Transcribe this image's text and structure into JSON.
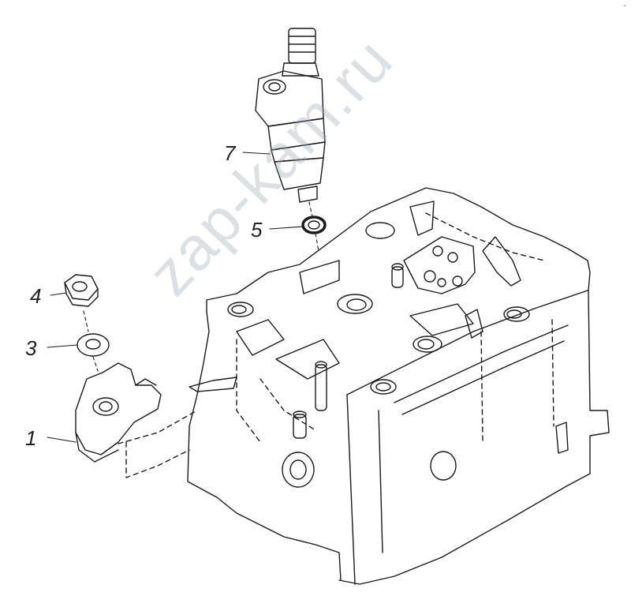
{
  "callouts": [
    {
      "id": "1",
      "label": "1"
    },
    {
      "id": "3",
      "label": "3"
    },
    {
      "id": "4",
      "label": "4"
    },
    {
      "id": "5",
      "label": "5"
    },
    {
      "id": "7",
      "label": "7"
    }
  ],
  "watermark": "zap-kam.ru",
  "corner_mark": "-"
}
